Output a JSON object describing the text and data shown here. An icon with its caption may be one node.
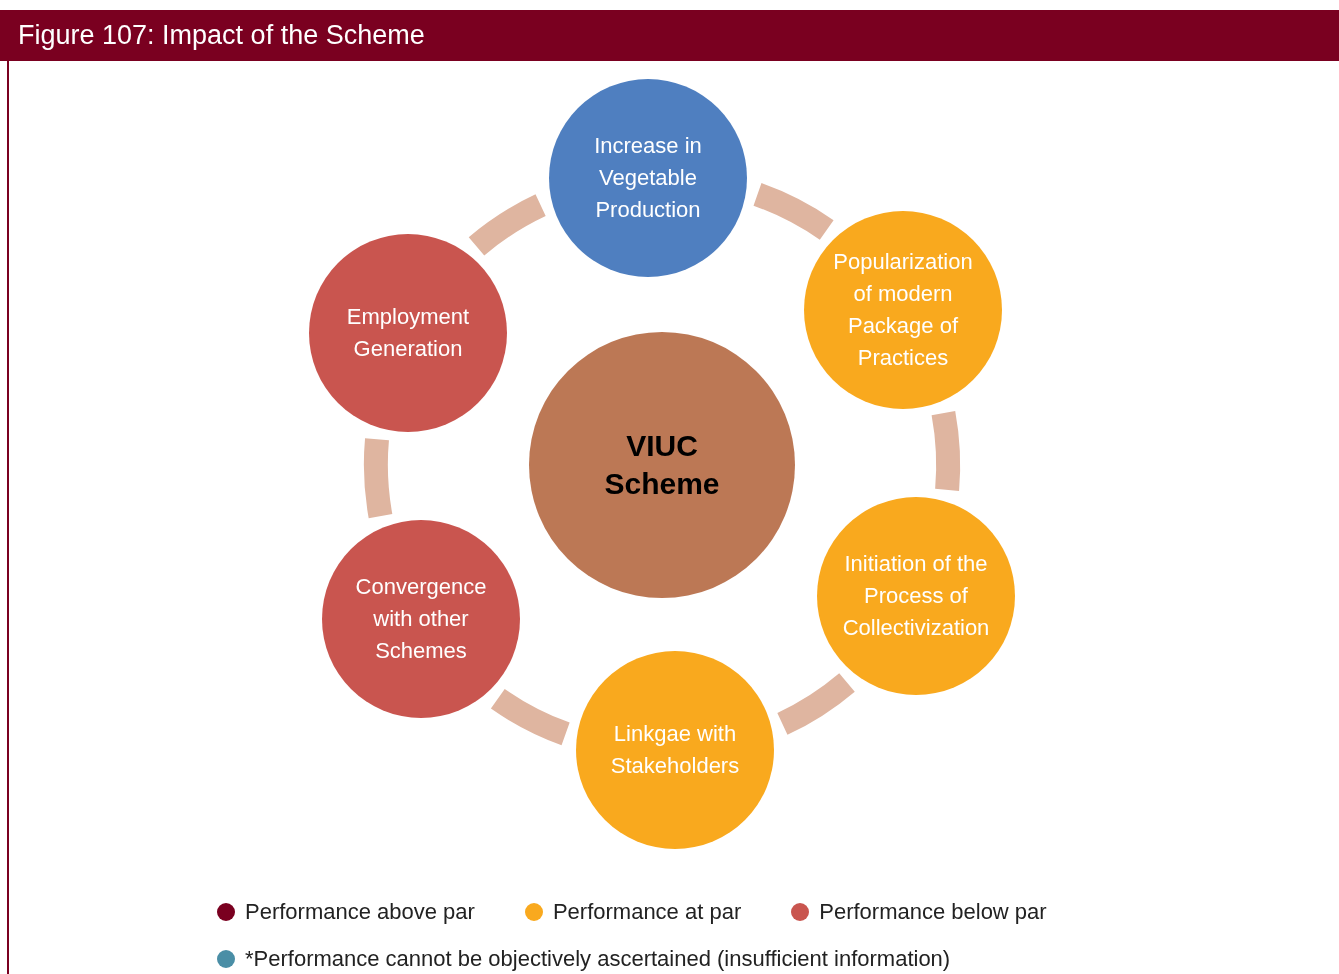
{
  "diagram": {
    "title": "Figure 107: Impact of the Scheme",
    "nodes": [
      {
        "text": [
          "VIUC Scheme"
        ]
      },
      {
        "text": [
          "Increase in Vegetable Production"
        ]
      },
      {
        "text": [
          "Popularization of modern Package of Practices"
        ]
      },
      {
        "text": [
          "Initiation of the Process of Collectivization"
        ]
      },
      {
        "text": [
          "Linkgae with Stakeholders"
        ]
      },
      {
        "text": [
          "Convergence with other Schemes"
        ]
      },
      {
        "text": [
          "Employment Generation"
        ]
      }
    ],
    "edges": [
      {
        "from": 1,
        "to": 2,
        "arrow": "none"
      },
      {
        "from": 2,
        "to": 3,
        "arrow": "none"
      },
      {
        "from": 3,
        "to": 4,
        "arrow": "none"
      },
      {
        "from": 4,
        "to": 5,
        "arrow": "none"
      },
      {
        "from": 5,
        "to": 6,
        "arrow": "none"
      },
      {
        "from": 6,
        "to": 1,
        "arrow": "none"
      }
    ],
    "legend": [
      {
        "text": "Performance above par",
        "color": "#7a0020"
      },
      {
        "text": "Performance at par",
        "color": "#f9a91e"
      },
      {
        "text": "Performance below par",
        "color": "#c9554f"
      },
      {
        "text": "*Performance cannot be objectively ascertained (insufficient information)",
        "color": "#4a8ea6"
      }
    ]
  }
}
